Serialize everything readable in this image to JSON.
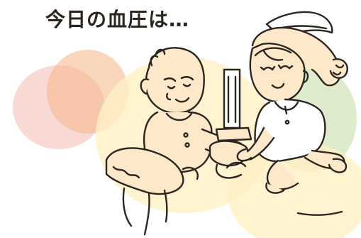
{
  "caption": "今日の血圧は…",
  "palette": {
    "line": "#2b2620",
    "skin": "#fde9c9",
    "yellow_wash": "#fff0c4",
    "peach_wash": "#f6b487",
    "pink_wash": "#f4b9b0",
    "green_wash": "#d6e7c1"
  },
  "scene": {
    "subjects": [
      "elderly-man",
      "nurse"
    ],
    "device": "blood-pressure-monitor"
  }
}
